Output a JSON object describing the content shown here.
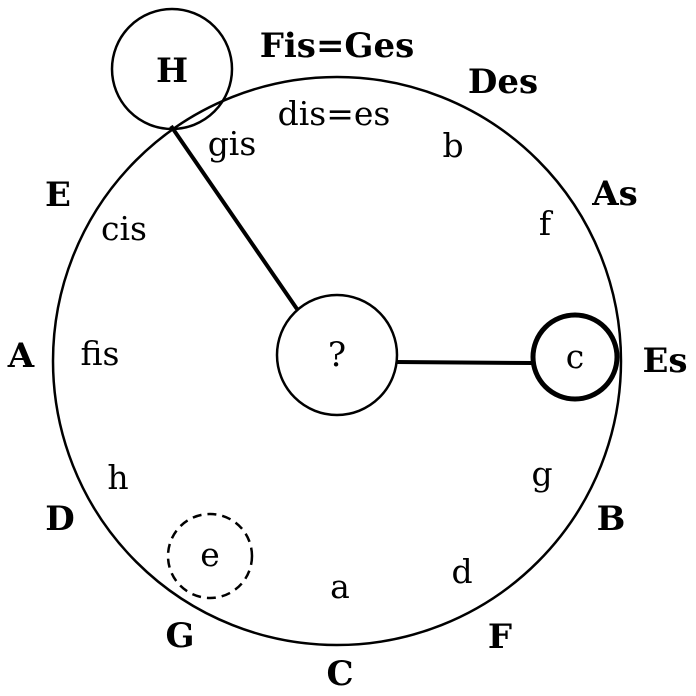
{
  "diagram": {
    "major_keys": [
      "C",
      "G",
      "D",
      "A",
      "E",
      "H",
      "Fis=Ges",
      "Des",
      "As",
      "Es",
      "B",
      "F"
    ],
    "minor_keys": [
      "a",
      "e",
      "h",
      "fis",
      "cis",
      "gis",
      "dis=es",
      "b",
      "f",
      "c",
      "g",
      "d"
    ],
    "highlighted": {
      "major_circled": "H",
      "minor_circled": "c",
      "minor_dashed": "e",
      "center": "?"
    },
    "colors": {
      "stroke": "#000000",
      "background": "#ffffff"
    }
  }
}
